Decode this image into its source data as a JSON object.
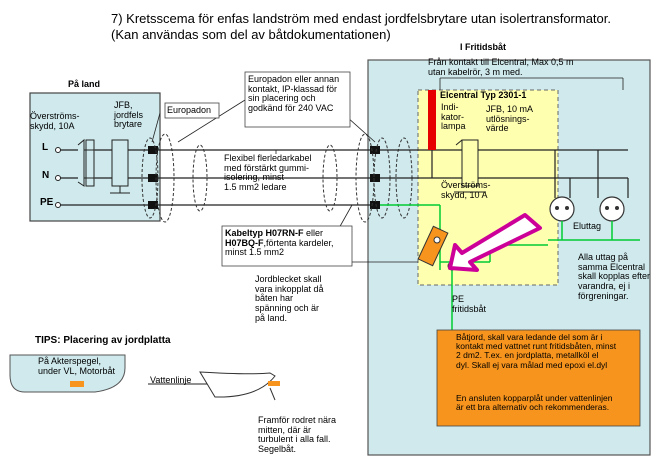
{
  "title": {
    "line1": "7) Kretsscema för enfas landström med endast jordfelsbrytare utan isolertransformator.",
    "line2": "(Kan användas som del av båtdokumentationen)"
  },
  "land": {
    "header": "På land",
    "breaker_label": "Överströms-\nskydd, 10A",
    "rcd_label": "JFB,\njordfels\nbrytare",
    "europadon_label": "Europadon",
    "terminal_l": "L",
    "terminal_n": "N",
    "terminal_pe": "PE"
  },
  "cable": {
    "note_europadon": "Europadon eller annan\nkontakt, IP-klassad för\nsin placering och\ngodkänd för 240 VAC",
    "note_flex": "Flexibel flerledarkabel\nmed förstärkt gummi-\nisolering, minst\n1.5 mm2 ledare",
    "cable_type_bold1": "Kabeltyp H07RN-F",
    "cable_type_rest1": " eller",
    "cable_type_bold2": "H07BQ-F",
    "cable_type_rest2": ",förtenta kardeler,\nminst 1.5 mm2",
    "ground_note": "Jordblecket skall\nvara inkopplat då\nbåten har\nspänning och är\npå land."
  },
  "boat": {
    "header": "I  Fritidsbåt",
    "distance_note": "Från kontakt till Elcentral, Max 0,5 m\nutan kabelrör, 3 m med.",
    "elcentral_title": "Elcentral Typ 2301-1",
    "indicator_label": "Indi-\nkator-\nlampa",
    "rcd_label": "JFB, 10 mA\nutlösnings-\nvärde",
    "breaker_label": "Överströms-\nskydd, 10 A",
    "outlets_label": "Eluttag",
    "outlets_note": "Alla uttag på\nsamma Elcentral\nskall kopplas efter\nvarandra, ej i\nförgreningar.",
    "pe_label": "PE\nfritidsbåt",
    "orange_note_p1": "Båtjord, skall vara ledande del som är i\nkontakt med vattnet runt fritidsbåten, minst\n2 dm2.  T.ex. en jordplatta, metallköl el\ndyl.  Skall ej vara målad med epoxi el.dyl",
    "orange_note_p2": "En ansluten kopparplåt under vattenlinjen\när ett bra alternativ och rekommenderas."
  },
  "tips": {
    "header": "TIPS: Placering av jordplatta",
    "hull_label": "På Akterspegel,\nunder VL, Motorbåt",
    "waterline_label": "Vattenlinje",
    "rudder_label": "Framför rodret nära\nmitten, där är\nturbulent i alla fall.\nSegelbåt."
  },
  "colors": {
    "boat_area": "#cfe9ec",
    "elcentral_fill": "#ffffb0",
    "orange": "#f7941d",
    "pe_green": "#00cc33",
    "indicator_red": "#e60000",
    "arrow_magenta": "#cc0099"
  }
}
